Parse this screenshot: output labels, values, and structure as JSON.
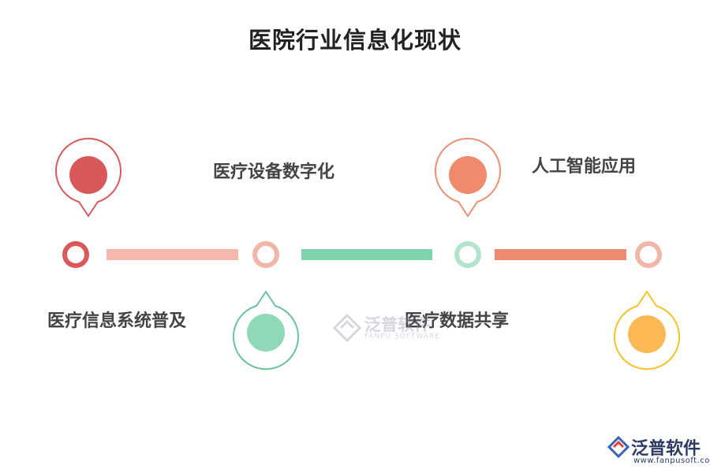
{
  "title": "医院行业信息化现状",
  "steps": [
    {
      "label": "医疗信息系统普及",
      "color": "#d9595b",
      "ring": "#d9595b"
    },
    {
      "label": "医疗设备数字化",
      "color": "#8fd9b8",
      "ring": "#f2b6a8"
    },
    {
      "label": "人工智能应用",
      "color": "#f08a6c",
      "ring": "#b0e4cd"
    },
    {
      "label": "医疗数据共享",
      "color": "#fdb956",
      "ring": "#f2b6a8"
    }
  ],
  "connectors": [
    "#f4b8ac",
    "#7fd3ad",
    "#ef8a72"
  ],
  "watermark": {
    "cn": "泛普软件",
    "en": "FANPU SOFTWARE"
  },
  "logo": {
    "cn": "泛普软件",
    "en": "www.fanpusoft.com"
  }
}
